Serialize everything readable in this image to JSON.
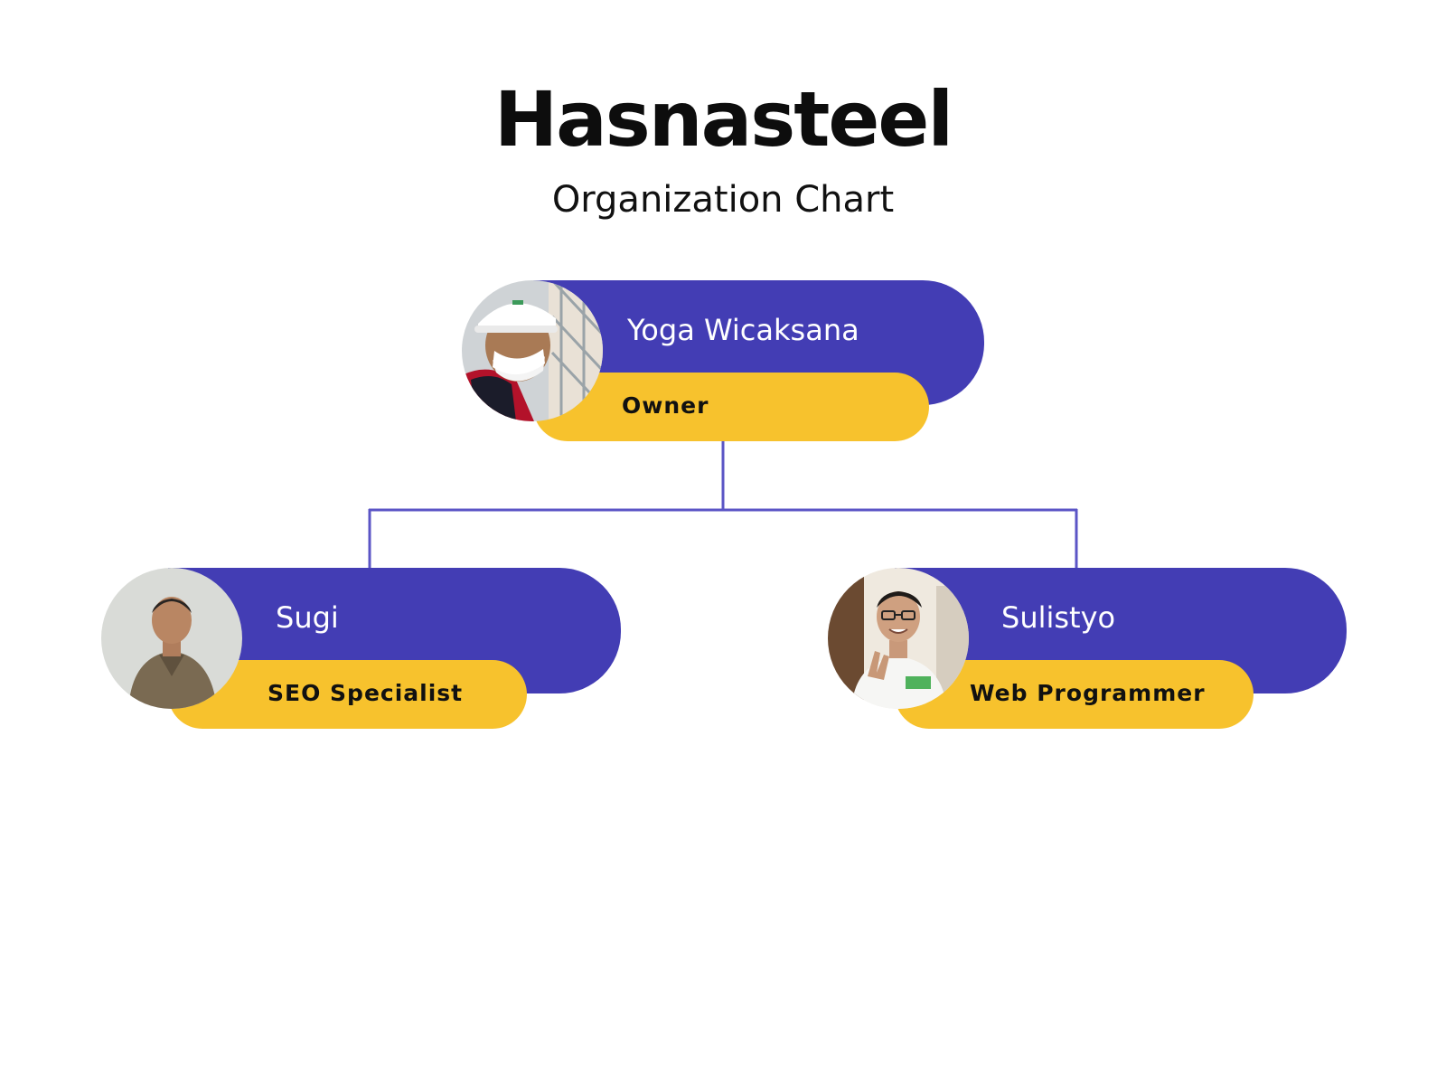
{
  "header": {
    "title": "Hasnasteel",
    "subtitle": "Organization Chart"
  },
  "colors": {
    "name_pill": "#433db4",
    "role_pill": "#f7c22d",
    "connector": "#5b55c6"
  },
  "people": {
    "owner": {
      "name": "Yoga Wicaksana",
      "role": "Owner",
      "avatar_icon": "person-photo-hardhat-icon"
    },
    "left": {
      "name": "Sugi",
      "role": "SEO Specialist",
      "avatar_icon": "person-photo-icon"
    },
    "right": {
      "name": "Sulistyo",
      "role": "Web Programmer",
      "avatar_icon": "person-photo-icon"
    }
  }
}
